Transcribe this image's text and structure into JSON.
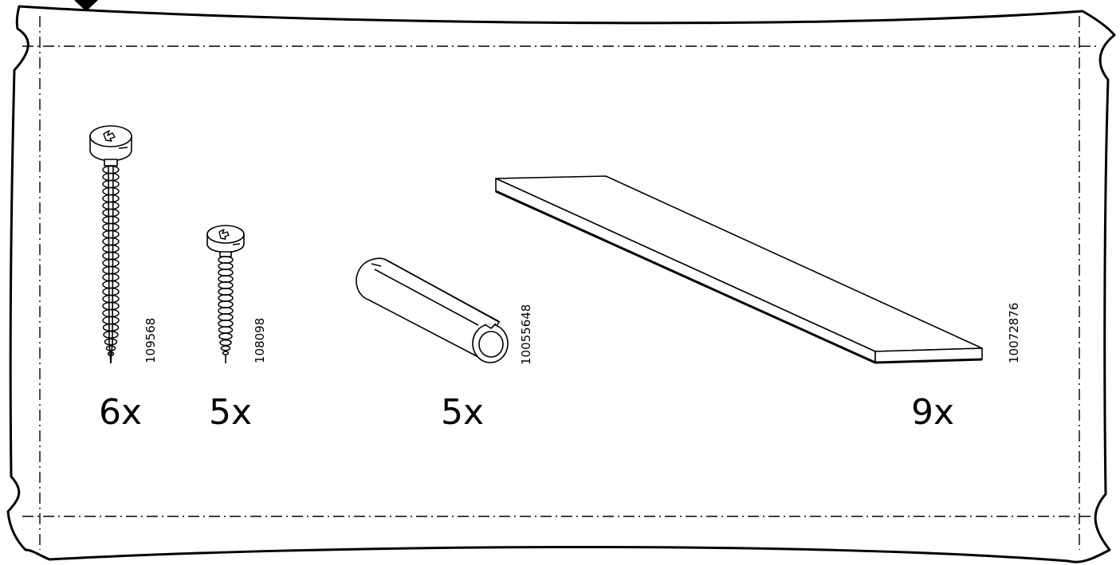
{
  "colors": {
    "ink": "#000000",
    "paper": "#ffffff"
  },
  "parts": [
    {
      "icon": "long-screw-icon",
      "article_number": "109568",
      "quantity": "6x"
    },
    {
      "icon": "short-screw-icon",
      "article_number": "108098",
      "quantity": "5x"
    },
    {
      "icon": "dowel-pin-icon",
      "article_number": "10055648",
      "quantity": "5x"
    },
    {
      "icon": "flat-strip-icon",
      "article_number": "10072876",
      "quantity": "9x"
    }
  ]
}
